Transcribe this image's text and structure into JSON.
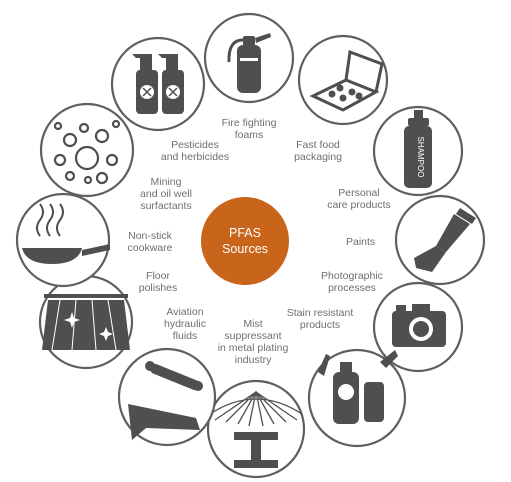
{
  "center": {
    "title": "PFAS\nSources",
    "color": "#c8651b"
  },
  "sources": [
    {
      "id": "fire-fighting-foams",
      "label": "Fire fighting\nfoams",
      "icon": "fire-extinguisher-icon"
    },
    {
      "id": "fast-food-packaging",
      "label": "Fast food\npackaging",
      "icon": "pizza-box-icon"
    },
    {
      "id": "personal-care-products",
      "label": "Personal\ncare products",
      "icon": "shampoo-bottle-icon"
    },
    {
      "id": "paints",
      "label": "Paints",
      "icon": "paintbrush-icon"
    },
    {
      "id": "photographic-processes",
      "label": "Photographic\nprocesses",
      "icon": "camera-icon"
    },
    {
      "id": "stain-resistant-products",
      "label": "Stain resistant\nproducts",
      "icon": "stained-bottles-icon"
    },
    {
      "id": "mist-suppressant",
      "label": "Mist\nsuppressant\nin metal plating\nindustry",
      "icon": "metal-plating-icon"
    },
    {
      "id": "aviation-hydraulic-fluids",
      "label": "Aviation\nhydraulic\nfluids",
      "icon": "hydraulic-piston-icon"
    },
    {
      "id": "floor-polishes",
      "label": "Floor\npolishes",
      "icon": "shiny-floor-icon"
    },
    {
      "id": "non-stick-cookware",
      "label": "Non-stick\ncookware",
      "icon": "frying-pan-icon"
    },
    {
      "id": "mining-surfactants",
      "label": "Mining\nand oil well\nsurfactants",
      "icon": "bubbles-icon"
    },
    {
      "id": "pesticides-herbicides",
      "label": "Pesticides\nand herbicides",
      "icon": "spray-bottles-icon"
    }
  ],
  "colors": {
    "icon_stroke": "#5f5f5f",
    "icon_fill": "#4f4f4f",
    "label": "#6f6f6f"
  }
}
